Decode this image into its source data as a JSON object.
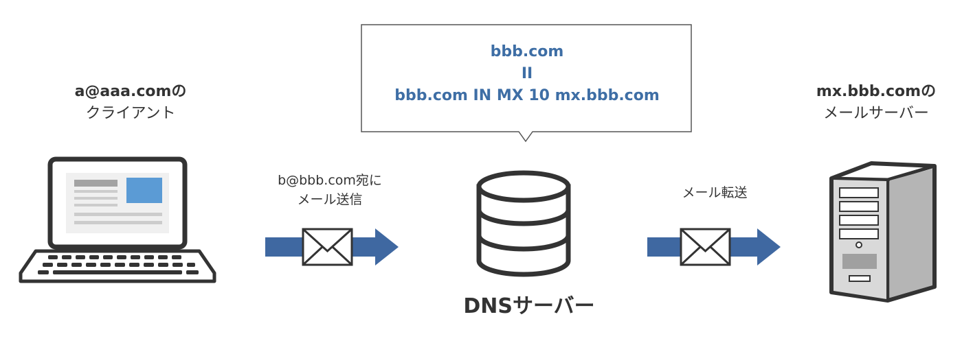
{
  "client": {
    "line1": "a@aaa.comの",
    "line2": "クライアント"
  },
  "server": {
    "line1": "mx.bbb.comの",
    "line2": "メールサーバー"
  },
  "send": {
    "line1": "b@bbb.com宛に",
    "line2": "メール送信"
  },
  "forward": {
    "label": "メール転送"
  },
  "dns": {
    "label": "DNSサーバー"
  },
  "callout": {
    "line1": "bbb.com",
    "line2": "II",
    "line3": "bbb.com IN MX 10 mx.bbb.com"
  },
  "colors": {
    "accent": "#3e6ea5",
    "arrow": "#3f68a1",
    "screen_blue": "#5b9bd5"
  }
}
